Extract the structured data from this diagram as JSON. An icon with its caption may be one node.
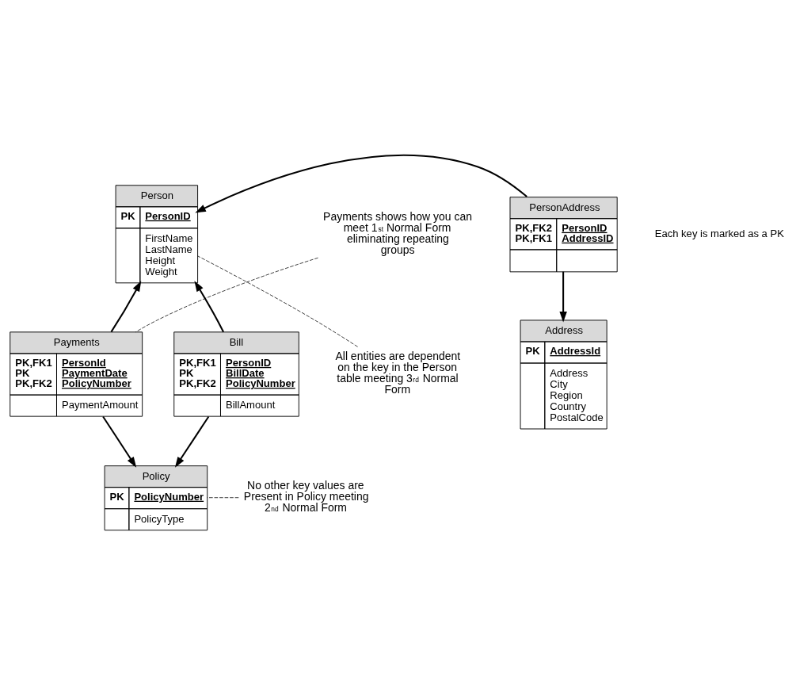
{
  "diagram": {
    "nodes": [
      {
        "text": [
          "Person",
          "PK",
          "PersonID",
          "FirstName",
          "LastName",
          "Height",
          "Weight"
        ]
      },
      {
        "text": [
          "PersonAddress",
          "PK,FK2",
          "PK,FK1",
          "PersonID",
          "AddressID"
        ]
      },
      {
        "text": [
          "Payments",
          "PK,FK1",
          "PK",
          "PK,FK2",
          "PersonId",
          "PaymentDate",
          "PolicyNumber",
          "PaymentAmount"
        ]
      },
      {
        "text": [
          "Bill",
          "PK,FK1",
          "PK",
          "PK,FK2",
          "PersonID",
          "BillDate",
          "PolicyNumber",
          "BillAmount"
        ]
      },
      {
        "text": [
          "Address",
          "PK",
          "AddressId",
          "Address",
          "City",
          "Region",
          "Country",
          "PostalCode"
        ]
      },
      {
        "text": [
          "Policy",
          "PK",
          "PolicyNumber",
          "PolicyType"
        ]
      },
      {
        "text": [
          "Payments shows how you can meet 1$^{st}$ Normal Form eliminating repeating groups"
        ]
      },
      {
        "text": [
          "All entities are dependent on the key in the Person table meeting 3$^{rd}$ Normal Form"
        ]
      },
      {
        "text": [
          "No other key values are Present in Policy meeting 2$^{nd}$ Normal Form"
        ]
      }
    ],
    "edges": [
      {
        "from": 1,
        "to": 0,
        "arrow": "to"
      },
      {
        "from": 2,
        "to": 0,
        "arrow": "to"
      },
      {
        "from": 3,
        "to": 0,
        "arrow": "to"
      },
      {
        "from": 1,
        "to": 4,
        "arrow": "to"
      },
      {
        "from": 2,
        "to": 5,
        "arrow": "to"
      },
      {
        "from": 3,
        "to": 5,
        "arrow": "to"
      },
      {
        "from": 6,
        "to": 2,
        "arrow": "none",
        "style": "dashed"
      },
      {
        "from": 7,
        "to": 0,
        "arrow": "none",
        "style": "dashed"
      },
      {
        "from": 8,
        "to": 5,
        "arrow": "none",
        "style": "dashed"
      }
    ],
    "labels": [
      "Each key is marked as a PK"
    ]
  }
}
